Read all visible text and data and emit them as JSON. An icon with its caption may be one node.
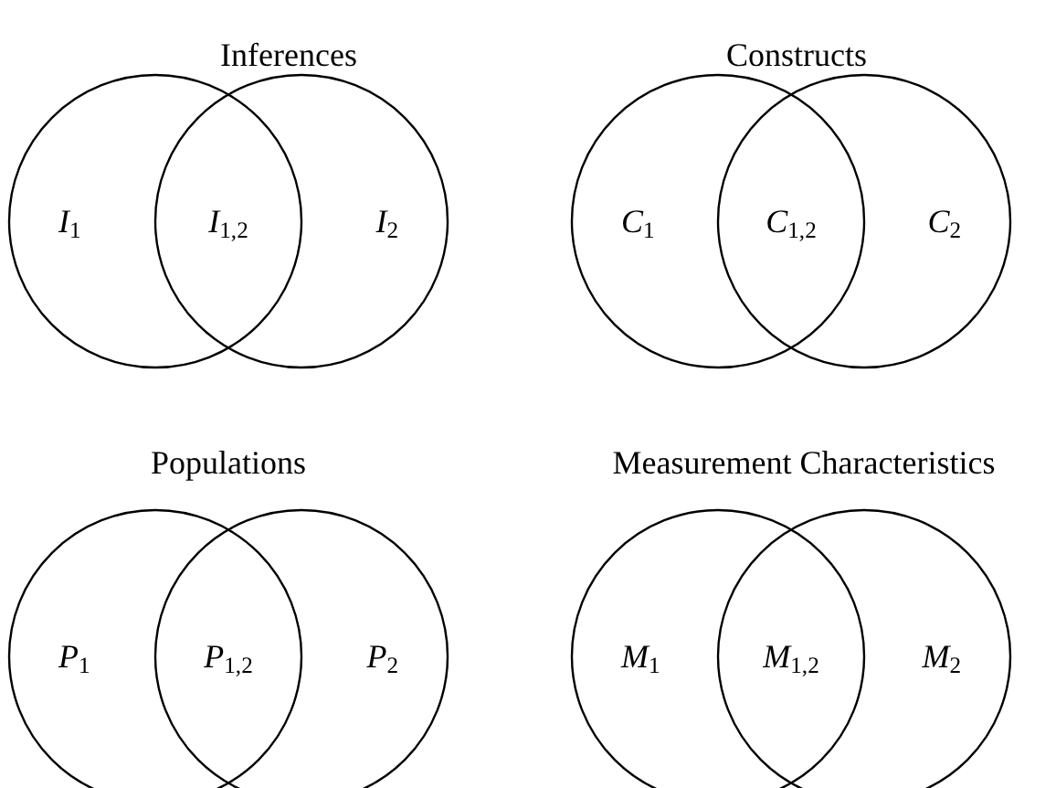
{
  "diagram": {
    "nodes": [
      {
        "text": [
          "*I*$_{1}$"
        ]
      },
      {
        "text": [
          "*I*$_{2}$"
        ]
      },
      {
        "text": [
          "*C*$_{1}$"
        ]
      },
      {
        "text": [
          "*C*$_{2}$"
        ]
      },
      {
        "text": [
          "*P*$_{1}$"
        ]
      },
      {
        "text": [
          "*P*$_{2}$"
        ]
      },
      {
        "text": [
          "*M*$_{1}$"
        ]
      },
      {
        "text": [
          "*M*$_{2}$"
        ]
      }
    ],
    "edges": [],
    "labels": [
      "Inferences",
      "Constructs",
      "*I*$_{1,2}$",
      "*C*$_{1,2}$",
      "Populations",
      "Measurement Characteristics",
      "*P*$_{1,2}$",
      "*M*$_{1,2}$"
    ]
  }
}
